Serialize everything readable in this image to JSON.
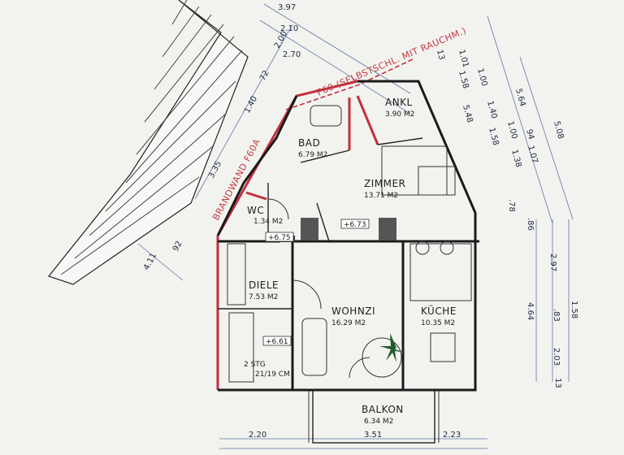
{
  "rooms": {
    "bad": {
      "label": "BAD",
      "area": "6.79 M2"
    },
    "ankl": {
      "label": "ANKL",
      "area": "3.90 M2"
    },
    "zimmer": {
      "label": "ZIMMER",
      "area": "13.71 M2"
    },
    "wc": {
      "label": "WC",
      "area": "1.34 M2"
    },
    "diele": {
      "label": "DIELE",
      "area": "7.53 M2"
    },
    "wohnzi": {
      "label": "WOHNZI",
      "area": "16.29 M2"
    },
    "kueche": {
      "label": "KÜCHE",
      "area": "10.35 M2"
    },
    "balkon": {
      "label": "BALKON",
      "area": "6.34 M2"
    }
  },
  "annotations": {
    "f60": "F60 (SELBSTSCHL. MIT RAUCHM.)",
    "brandwand": "BRANDWAND F60A",
    "stair": "21/19 CM",
    "stair_count": "2 STG",
    "level_a": "+6.75",
    "level_b": "+6.73",
    "level_c": "+6.61"
  },
  "dimensions": {
    "top": [
      "3.97",
      "2.10",
      "2.00",
      "2.70",
      "72",
      "1.40",
      "3.35"
    ],
    "right_a": [
      "13",
      "1.01",
      "1.00",
      "1.58",
      "1.40",
      "1.00",
      "1.58",
      "5.48",
      "5.64",
      "1.38",
      "1.07",
      "94",
      "5.08"
    ],
    "right_b": [
      ".78",
      ".86",
      "2.97",
      "4.64",
      ".83",
      "1.58",
      "2.03",
      "13"
    ],
    "left": [
      "4.11",
      "92"
    ],
    "bottom": [
      "2.20",
      "3.51",
      "2.23"
    ]
  }
}
